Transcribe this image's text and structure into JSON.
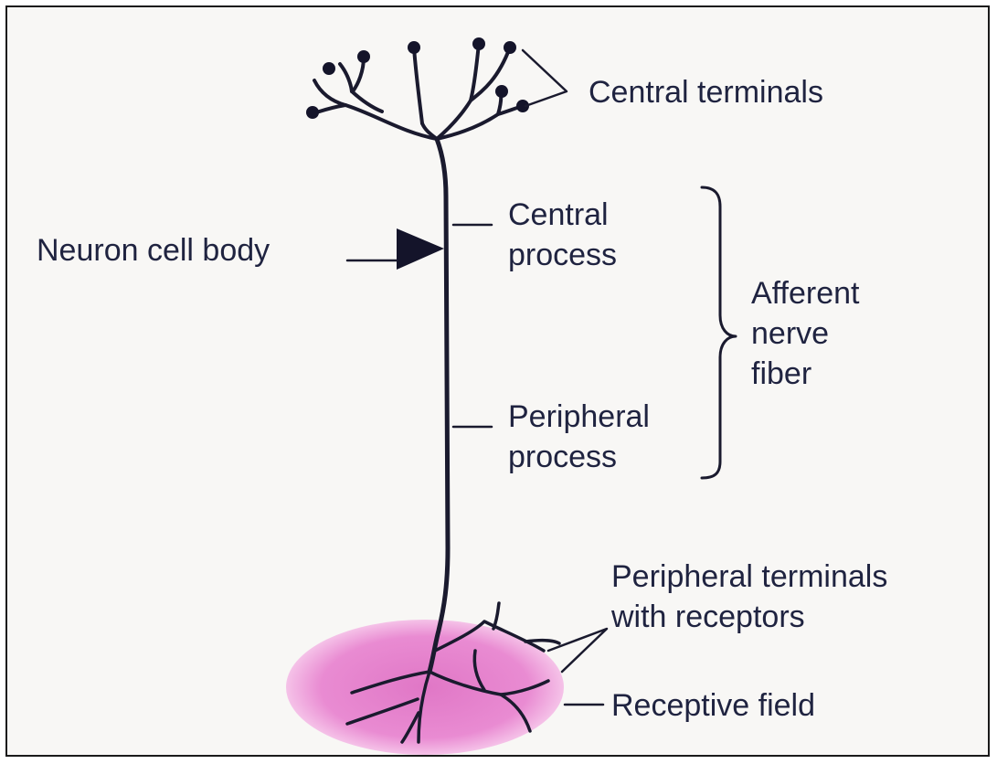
{
  "labels": {
    "central_terminals": "Central terminals",
    "neuron_cell_body": "Neuron cell body",
    "central_process_1": "Central",
    "central_process_2": "process",
    "afferent_1": "Afferent",
    "afferent_2": "nerve",
    "afferent_3": "fiber",
    "peripheral_process_1": "Peripheral",
    "peripheral_process_2": "process",
    "peripheral_terminals_1": "Peripheral terminals",
    "peripheral_terminals_2": "with receptors",
    "receptive_field": "Receptive field"
  },
  "colors": {
    "ink": "#1f2340",
    "receptive_field_fill": "#e07ac8",
    "receptive_field_edge": "#f3b8e4",
    "background": "#f8f7f5",
    "border": "#1a1a1a"
  }
}
